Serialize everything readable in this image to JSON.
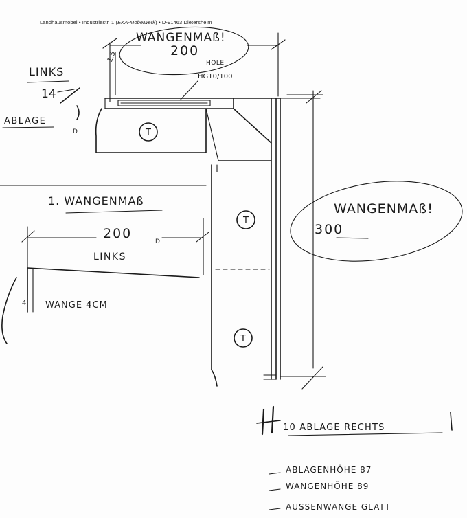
{
  "header": {
    "company": "Landhausmöbel • Industriestr. 1 (",
    "company_em": "EKA-Möbelwerk",
    "company_tail": ") • D-91463 Dietersheim"
  },
  "top_note": {
    "title": "WANGENMAß!",
    "value": "200",
    "edge_dim": "1.5",
    "hole": "HOLE",
    "hole_code": "HG10/100"
  },
  "left_note": {
    "side": "LINKS",
    "fraction": "14",
    "ablage": "ABLAGE",
    "sub": "D"
  },
  "right_note": {
    "title": "WANGENMAß!",
    "value": "300"
  },
  "lower_note": {
    "title": "1. WANGENMAß",
    "value": "200",
    "mark": "D",
    "side": "LINKS",
    "wange": "WANGE 4CM",
    "wange_dim": "4"
  },
  "marks": {
    "t1": "T",
    "t2": "T",
    "t3": "T"
  },
  "spec": {
    "number": "10 ABLAGE RECHTS",
    "lines": [
      "ABLAGENHÖHE  87",
      "WANGENHÖHE  89",
      "AUSSENWANGE GLATT"
    ]
  }
}
